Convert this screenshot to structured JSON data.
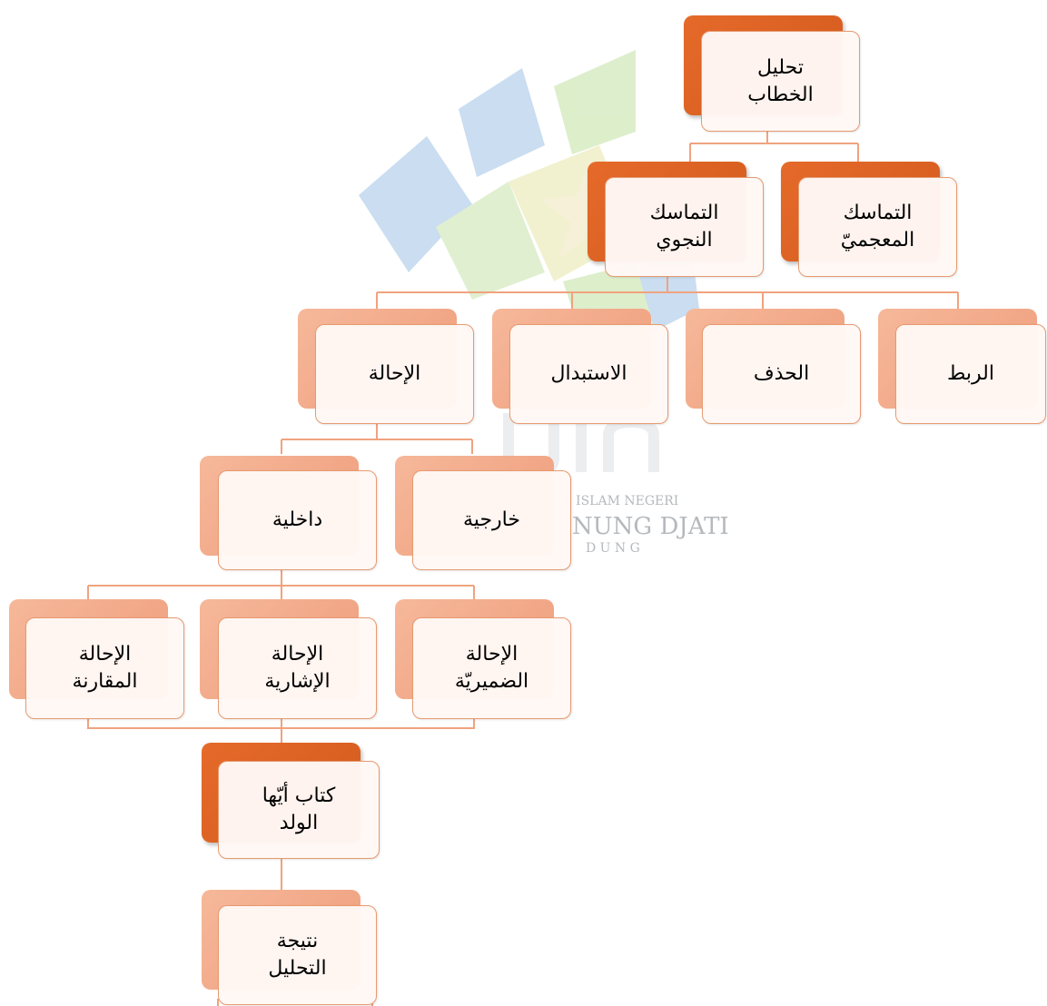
{
  "nodes": {
    "root": "تحليل\nالخطاب",
    "lexical": "التماسك\nالمعجميّ",
    "grammatical": "التماسك\nالنجوي",
    "conjunction": "الربط",
    "ellipsis": "الحذف",
    "substitution": "الاستبدال",
    "reference": "الإحالة",
    "exophora": "خارجية",
    "endophora": "داخلية",
    "personal": "الإحالة\nالضميريّة",
    "demonstrative": "الإحالة\nالإشارية",
    "comparative": "الإحالة\nالمقارنة",
    "book": "كتاب أيّها\nالولد",
    "result": "نتيجة\nالتحليل"
  },
  "watermark": {
    "line1": "S ISLAM NEGERI",
    "line2": "NUNG DJATI",
    "line3": "D U N G"
  },
  "colors": {
    "connector": "#f0a37f",
    "box_border": "#e79a70",
    "back_dark": "#e06424",
    "back_light": "#f4ab8b"
  }
}
